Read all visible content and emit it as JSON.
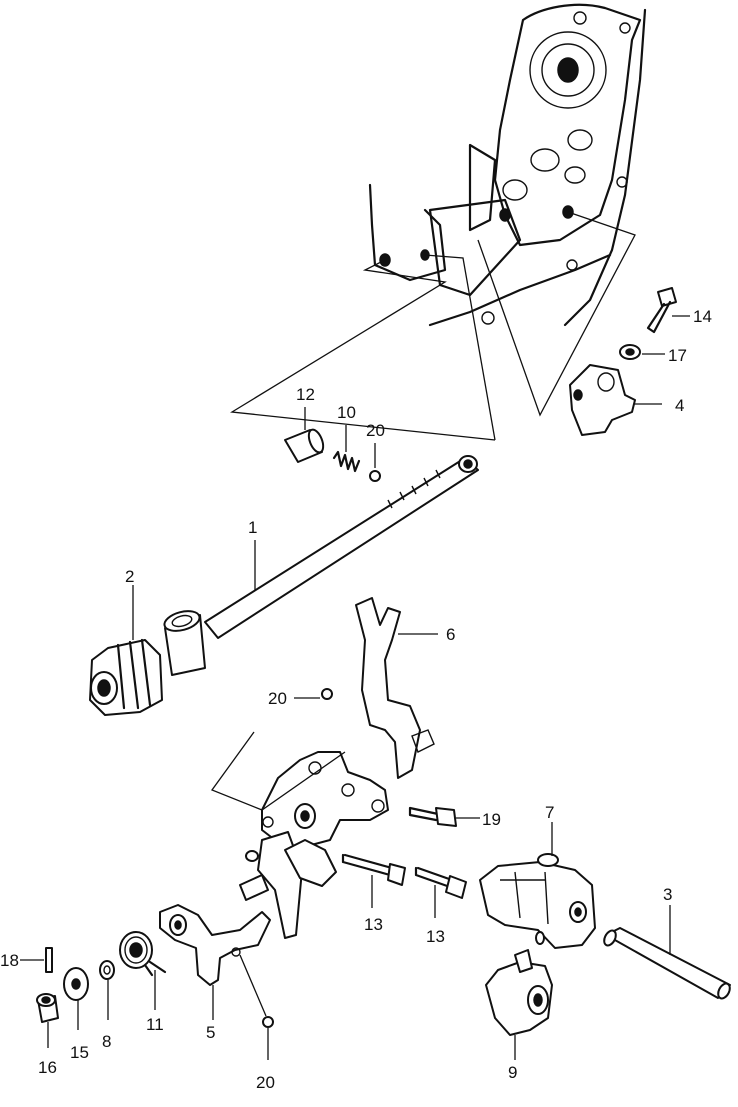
{
  "callouts": {
    "p1": "1",
    "p2": "2",
    "p3": "3",
    "p4": "4",
    "p5": "5",
    "p6": "6",
    "p7": "7",
    "p8": "8",
    "p9": "9",
    "p10": "10",
    "p11": "11",
    "p12": "12",
    "p13a": "13",
    "p13b": "13",
    "p14": "14",
    "p15": "15",
    "p16": "16",
    "p17": "17",
    "p18": "18",
    "p19": "19",
    "p20a": "20",
    "p20b": "20",
    "p20c": "20"
  }
}
